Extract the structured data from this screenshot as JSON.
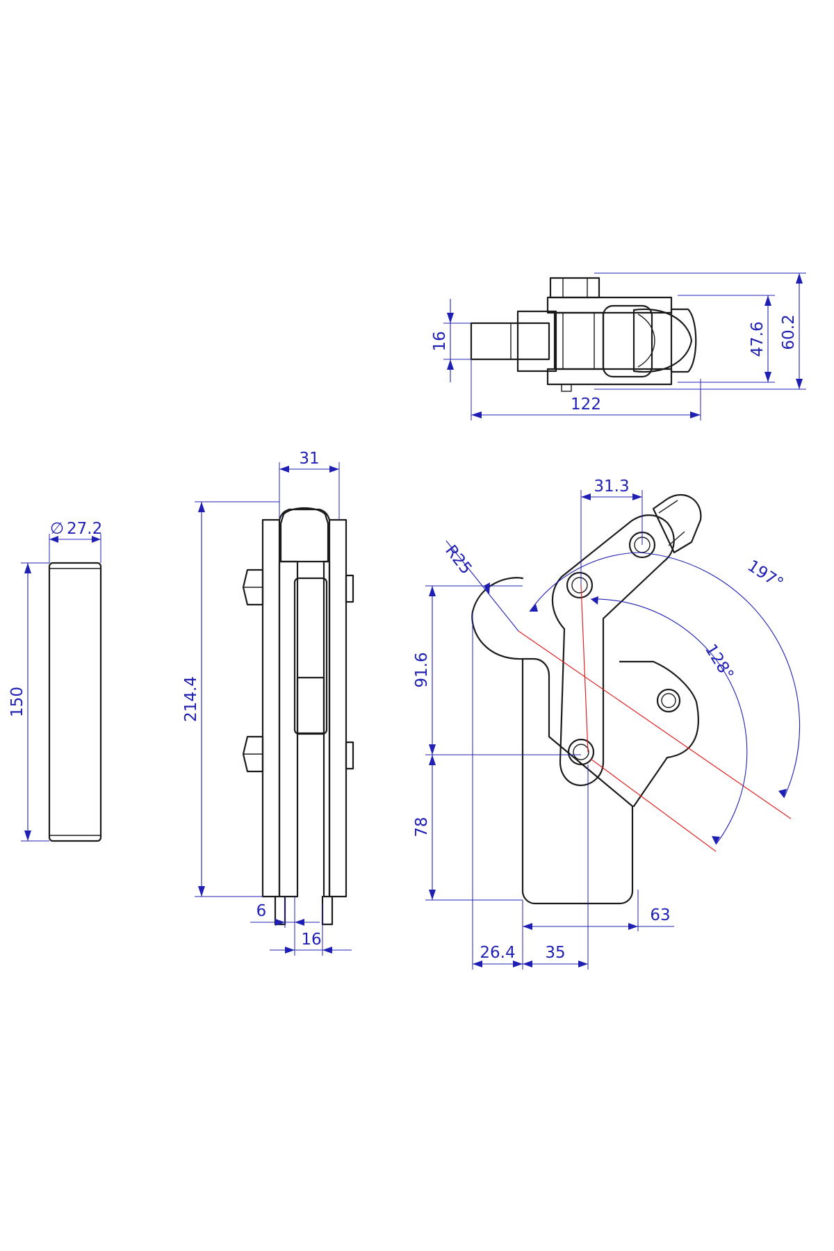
{
  "dimensions": {
    "top_view": {
      "height_outer": "60.2",
      "height_inner": "47.6",
      "pin_width": "16",
      "length": "122"
    },
    "pin_view": {
      "diameter_symbol": "∅",
      "diameter": "27.2",
      "length": "150"
    },
    "side_view": {
      "width": "31",
      "height": "214.4",
      "plate_thickness": "6",
      "gap": "16"
    },
    "front_view": {
      "handle_offset": "31.3",
      "radius": "R25",
      "angle_open": "197°",
      "angle_handle": "128°",
      "upper_height": "91.6",
      "lower_height": "78",
      "base_width": "63",
      "offset_left": "26.4",
      "offset_pivot": "35"
    }
  },
  "colors": {
    "outline": "#1a1a1a",
    "dimension": "#1f1fb4",
    "centerline": "#e02020"
  }
}
